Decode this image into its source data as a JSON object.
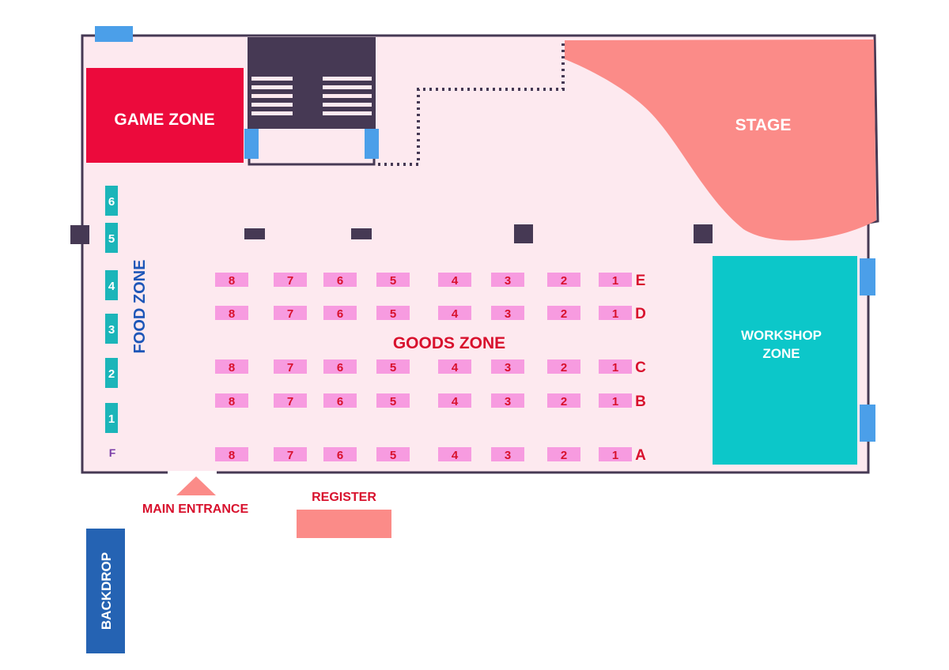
{
  "colors": {
    "floor": "#fde9ef",
    "wall": "#463954",
    "game_zone": "#ec0a3c",
    "stage": "#fb8b88",
    "workshop": "#0cc7c9",
    "booth": "#f79be0",
    "booth_text": "#d8112d",
    "food_booth": "#1bb5b9",
    "door": "#4b9fe9",
    "register": "#fb8b88",
    "backdrop": "#2563b3",
    "red_label": "#d8112d",
    "blue_label": "#1d56b8"
  },
  "labels": {
    "game_zone": "GAME ZONE",
    "stage": "STAGE",
    "workshop_line1": "WORKSHOP",
    "workshop_line2": "ZONE",
    "food_zone": "FOOD ZONE",
    "goods_zone": "GOODS ZONE",
    "main_entrance": "MAIN ENTRANCE",
    "register": "REGISTER",
    "backdrop": "BACKDROP"
  },
  "goods_rows": [
    {
      "row": "E",
      "booths": [
        "8",
        "7",
        "6",
        "5",
        "4",
        "3",
        "2",
        "1"
      ]
    },
    {
      "row": "D",
      "booths": [
        "8",
        "7",
        "6",
        "5",
        "4",
        "3",
        "2",
        "1"
      ]
    },
    {
      "row": "C",
      "booths": [
        "8",
        "7",
        "6",
        "5",
        "4",
        "3",
        "2",
        "1"
      ]
    },
    {
      "row": "B",
      "booths": [
        "8",
        "7",
        "6",
        "5",
        "4",
        "3",
        "2",
        "1"
      ]
    },
    {
      "row": "A",
      "booths": [
        "8",
        "7",
        "6",
        "5",
        "4",
        "3",
        "2",
        "1"
      ]
    }
  ],
  "food_booths": [
    "6",
    "5",
    "4",
    "3",
    "2",
    "1"
  ],
  "food_footer": "F"
}
